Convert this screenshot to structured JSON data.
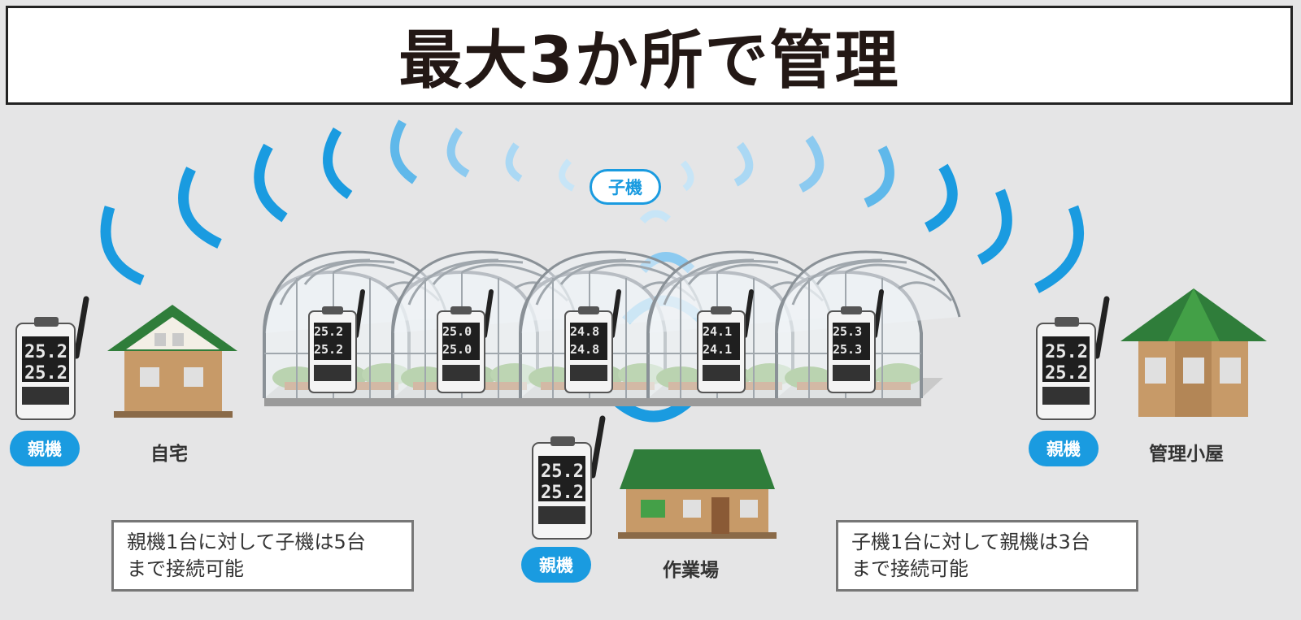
{
  "title": "最大3か所で管理",
  "child_unit_label": "子機",
  "parent_unit_label": "親機",
  "locations": {
    "home": "自宅",
    "workshop": "作業場",
    "hut": "管理小屋"
  },
  "notes": {
    "left": {
      "line1": "親機1台に対して子機は5台",
      "line2": "まで接続可能"
    },
    "right": {
      "line1": "子機1台に対して親機は3台",
      "line2": "まで接続可能"
    }
  },
  "child_readings": [
    {
      "top": "25.2",
      "bottom": "25.2"
    },
    {
      "top": "25.0",
      "bottom": "25.0"
    },
    {
      "top": "24.8",
      "bottom": "24.8"
    },
    {
      "top": "24.1",
      "bottom": "24.1"
    },
    {
      "top": "25.3",
      "bottom": "25.3"
    }
  ],
  "parent_reading": {
    "top": "25.2",
    "bottom": "25.2"
  },
  "colors": {
    "signal_blue": "#1a9be0",
    "signal_light": "#8ccaf0",
    "roof_green": "#2f7d3a",
    "wall_tan": "#c79a68"
  }
}
